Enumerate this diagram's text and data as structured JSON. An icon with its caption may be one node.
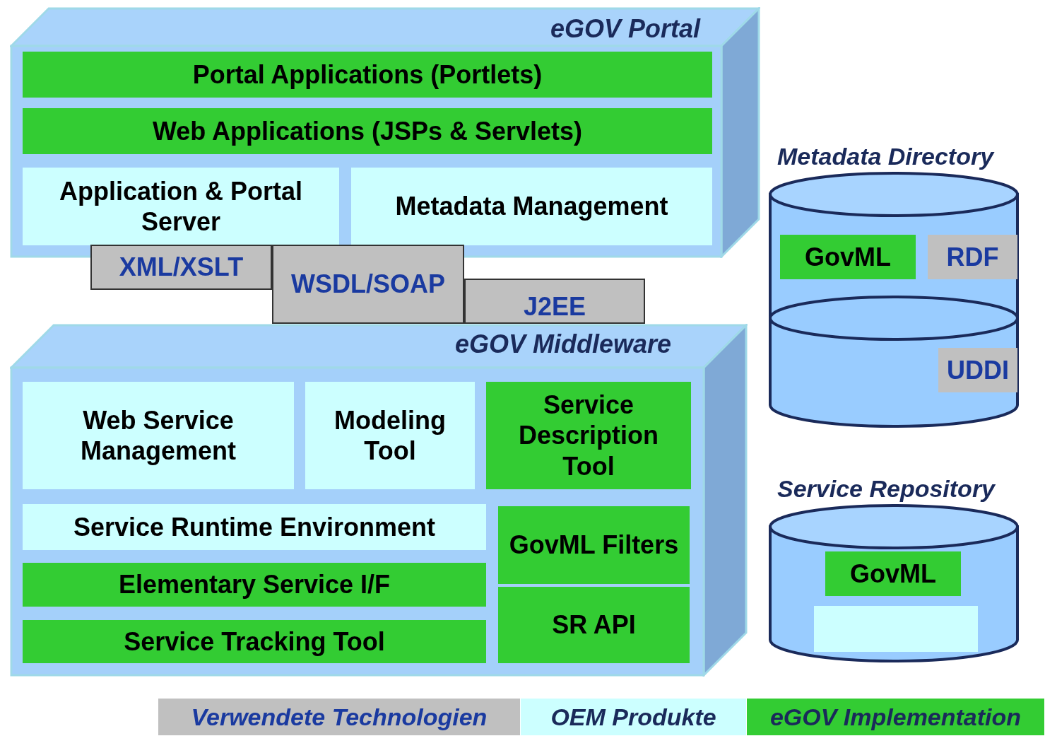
{
  "diagram": {
    "nodes": [
      {
        "text": [
          "eGOV Portal"
        ]
      },
      {
        "text": [
          "Portal Applications (Portlets)"
        ],
        "in": 0
      },
      {
        "text": [
          "Web Applications (JSPs & Servlets)"
        ],
        "in": 0
      },
      {
        "text": [
          "Application & Portal Server"
        ],
        "in": 0
      },
      {
        "text": [
          "Metadata Management"
        ],
        "in": 0
      },
      {
        "text": [
          "XML/XSLT"
        ]
      },
      {
        "text": [
          "WSDL/SOAP"
        ]
      },
      {
        "text": [
          "J2EE"
        ]
      },
      {
        "text": [
          "eGOV Middleware"
        ]
      },
      {
        "text": [
          "Web Service Management"
        ],
        "in": 8
      },
      {
        "text": [
          "Modeling Tool"
        ],
        "in": 8
      },
      {
        "text": [
          "Service Description Tool"
        ],
        "in": 8
      },
      {
        "text": [
          "Service Runtime Environment"
        ],
        "in": 8
      },
      {
        "text": [
          "GovML Filters"
        ],
        "in": 8
      },
      {
        "text": [
          "Elementary Service I/F"
        ],
        "in": 8
      },
      {
        "text": [
          "SR API"
        ],
        "in": 8
      },
      {
        "text": [
          "Service Tracking Tool"
        ],
        "in": 8
      },
      {
        "text": [
          "Metadata Directory"
        ]
      },
      {
        "text": [
          "GovML"
        ],
        "in": 17
      },
      {
        "text": [
          "RDF"
        ],
        "in": 17
      },
      {
        "text": [
          "UDDI"
        ],
        "in": 17
      },
      {
        "text": [
          "Service Repository"
        ]
      },
      {
        "text": [
          "GovML"
        ],
        "in": 21
      },
      {
        "text": [],
        "shape": "box",
        "in": 21
      }
    ],
    "edges": [],
    "legend": [
      {
        "text": "Verwendete Technologien",
        "color": "#c0c0c0"
      },
      {
        "text": "OEM Produkte",
        "color": "#ccffff"
      },
      {
        "text": "eGOV Implementation",
        "color": "#33cc33"
      }
    ]
  }
}
